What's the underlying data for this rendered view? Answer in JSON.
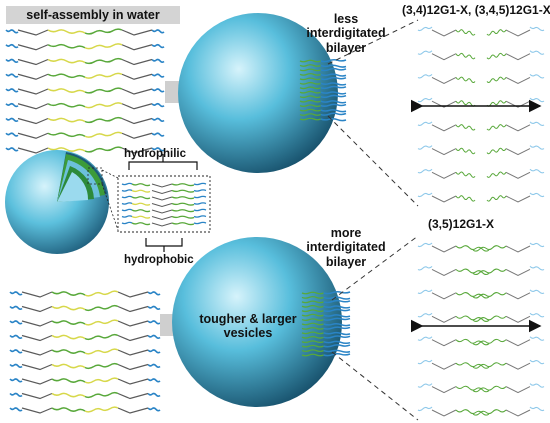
{
  "labels": {
    "self_assembly": "self-assembly in water",
    "less_bilayer": [
      "less",
      "interdigitated",
      "bilayer"
    ],
    "more_bilayer": [
      "more",
      "interdigitated",
      "bilayer"
    ],
    "formula_top": "(3,4)12G1-X, (3,4,5)12G1-X",
    "formula_bottom": "(3,5)12G1-X",
    "hydrophilic": "hydrophilic",
    "hydrophobic": "hydrophobic",
    "vesicle_note": [
      "tougher & larger",
      "vesicles"
    ]
  },
  "colors": {
    "vesicle": "#4fb7d6",
    "vesicle_dark": "#1a5f7e",
    "vesicle_light": "#c9eef8",
    "headgroup": "#2a84c6",
    "headgroup_light": "#8fc9ea",
    "core_green": "#58a83a",
    "core_yellow": "#d7d84a",
    "linker_gray": "#5a5a5a",
    "arrow_gray": "#cfcfcf"
  },
  "icons": [
    "right-arrow-icon",
    "double-arrow-icon",
    "bracket-icon"
  ]
}
